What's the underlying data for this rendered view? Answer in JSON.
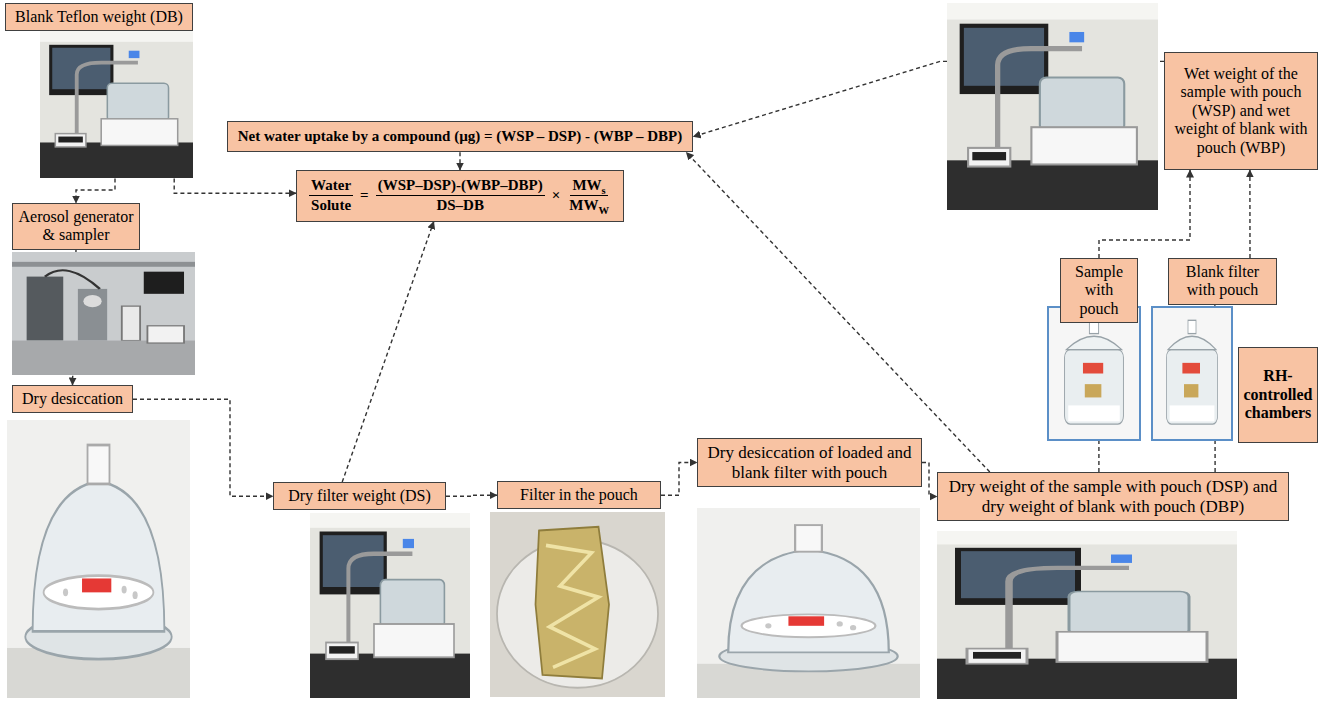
{
  "diagram": {
    "nodes": [
      {
        "text": [
          "Blank Teflon weight (DB)"
        ]
      },
      {
        "text": [
          "Aerosol generator & sampler"
        ]
      },
      {
        "text": [
          "Dry desiccation"
        ]
      },
      {
        "text": [
          "Net water uptake by a compound (µg) = (WSP – DSP) - (WBP – DBP)"
        ]
      },
      {
        "text": [
          "Water",
          "Solute",
          "=",
          "(WSP–DSP)-(WBP–DBP)",
          "DS–DB",
          "×",
          "MW",
          "s",
          "MW",
          "W"
        ]
      },
      {
        "text": [
          "Dry filter weight (DS)"
        ]
      },
      {
        "text": [
          "Filter in the pouch"
        ]
      },
      {
        "text": [
          "Dry desiccation of loaded and blank filter with pouch"
        ]
      },
      {
        "text": [
          "Dry weight of the sample with pouch (DSP) and dry weight of blank with pouch (DBP)"
        ]
      },
      {
        "text": [
          "Wet weight of the sample with pouch (WSP) and wet weight of blank with pouch (WBP)"
        ]
      },
      {
        "text": [
          "Sample with pouch"
        ]
      },
      {
        "text": [
          "Blank filter with pouch"
        ]
      },
      {
        "text": [
          "RH-controlled chambers"
        ]
      }
    ],
    "edges": [
      {
        "from": 0,
        "to": 1,
        "arrow": "to"
      },
      {
        "from": 0,
        "to": 4,
        "arrow": "to"
      },
      {
        "from": 1,
        "to": 2,
        "arrow": "to"
      },
      {
        "from": 2,
        "to": 5,
        "arrow": "to"
      },
      {
        "from": 5,
        "to": 4,
        "arrow": "to"
      },
      {
        "from": 5,
        "to": 6,
        "arrow": "to"
      },
      {
        "from": 6,
        "to": 7,
        "arrow": "to"
      },
      {
        "from": 7,
        "to": 8,
        "arrow": "to"
      },
      {
        "from": 8,
        "to": 10,
        "arrow": "to"
      },
      {
        "from": 8,
        "to": 11,
        "arrow": "to"
      },
      {
        "from": 10,
        "to": 9,
        "arrow": "to"
      },
      {
        "from": 11,
        "to": 9,
        "arrow": "to"
      },
      {
        "from": 9,
        "to": 3,
        "arrow": "to"
      },
      {
        "from": 8,
        "to": 3,
        "arrow": "to"
      },
      {
        "from": 3,
        "to": 4,
        "arrow": "to"
      }
    ]
  }
}
